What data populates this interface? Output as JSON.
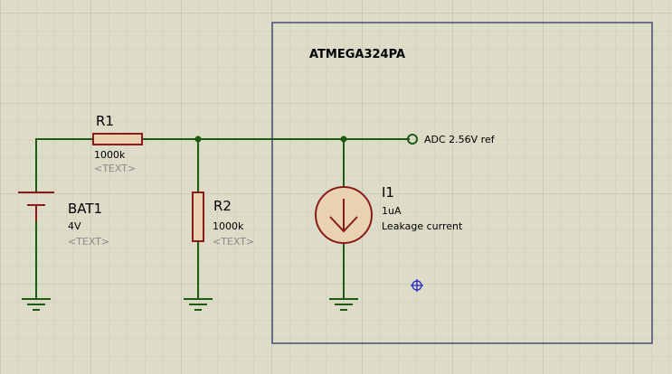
{
  "colors": {
    "background": "#dcdcc8",
    "grid_minor": "#cbcbb6",
    "grid_major": "#b9b9a3",
    "wire": "#1e5a14",
    "component": "#8b1a1a",
    "component_fill": "#e8d2b0",
    "frame": "#4a4a78",
    "label": "#000000",
    "placeholder": "#8a8a8a",
    "probe": "#1e5a14",
    "cursor": "#2020c0"
  },
  "frame": {
    "title": "ATMEGA324PA"
  },
  "r1": {
    "name": "R1",
    "value": "1000k",
    "text": "<TEXT>"
  },
  "r2": {
    "name": "R2",
    "value": "1000k",
    "text": "<TEXT>"
  },
  "bat1": {
    "name": "BAT1",
    "value": "4V",
    "text": "<TEXT>"
  },
  "i1": {
    "name": "I1",
    "value": "1uA",
    "description": "Leakage current"
  },
  "probe": {
    "label": "ADC 2.56V ref"
  }
}
